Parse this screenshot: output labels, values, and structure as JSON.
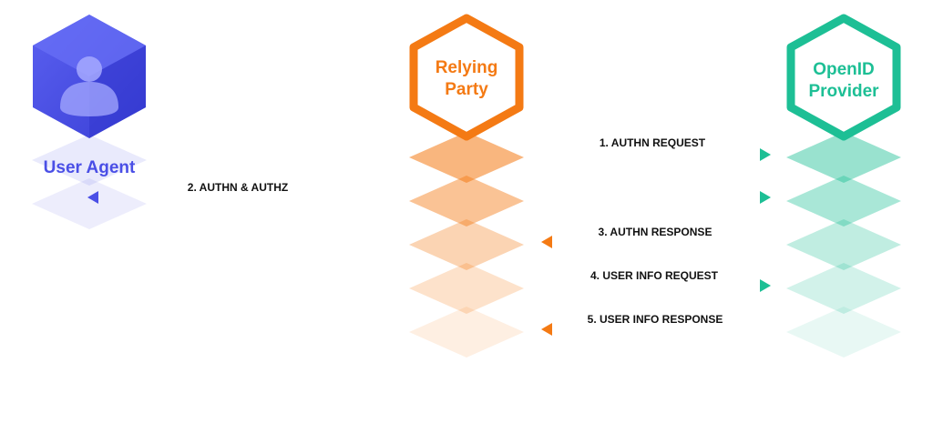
{
  "colors": {
    "user_agent": "#4a4fe6",
    "user_agent_dark": "#2f33c9",
    "relying_party": "#f47a14",
    "openid_provider": "#1dbf95",
    "text": "#111111"
  },
  "nodes": {
    "user_agent": {
      "label": "User Agent"
    },
    "relying_party": {
      "label_line1": "Relying",
      "label_line2": "Party"
    },
    "openid_provider": {
      "label_line1": "OpenID",
      "label_line2": "Provider"
    }
  },
  "messages": [
    {
      "label": "1. AUTHN REQUEST"
    },
    {
      "label": "2. AUTHN & AUTHZ"
    },
    {
      "label": "3. AUTHN RESPONSE"
    },
    {
      "label": "4. USER INFO REQUEST"
    },
    {
      "label": "5. USER INFO RESPONSE"
    }
  ]
}
